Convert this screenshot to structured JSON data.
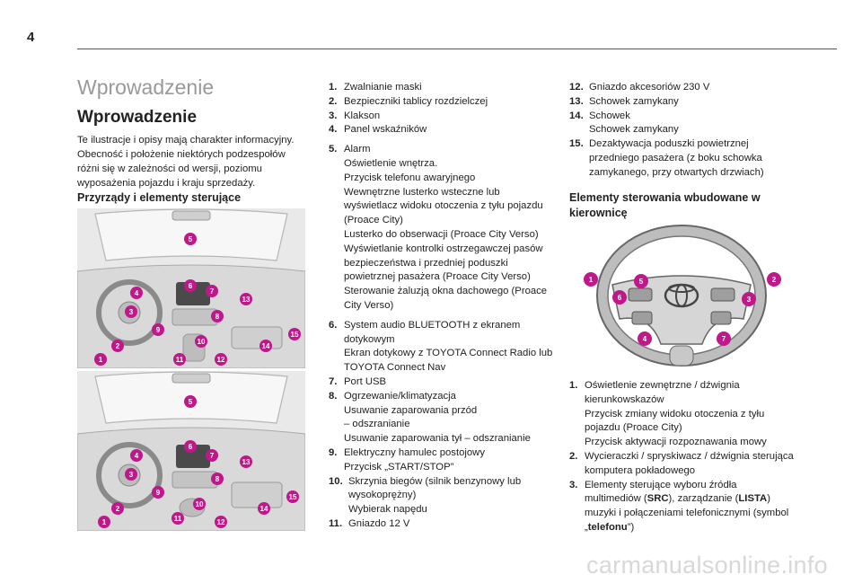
{
  "page_number": "4",
  "chapter_title": "Wprowadzenie",
  "section_title": "Wprowadzenie",
  "intro_text": "Te ilustracje i opisy mają charakter informacyjny. Obecność i położenie niektórych podzespołów różni się w zależności od wersji, poziomu wyposażenia pojazdu i kraju sprzedaży.",
  "dashboard_heading": "Przyrządy i elementy sterujące",
  "list_a": [
    {
      "num": "1.",
      "text": "Zwalnianie maski"
    },
    {
      "num": "2.",
      "text": "Bezpieczniki tablicy rozdzielczej"
    },
    {
      "num": "3.",
      "text": "Klakson"
    },
    {
      "num": "4.",
      "text": "Panel wskaźników"
    }
  ],
  "list_b": [
    {
      "num": "5.",
      "text": "Alarm\nOświetlenie wnętrza.\nPrzycisk telefonu awaryjnego\nWewnętrzne lusterko wsteczne lub wyświetlacz widoku otoczenia z tyłu pojazdu (Proace City)\nLusterko do obserwacji (Proace City Verso)\nWyświetlanie kontrolki ostrzegawczej pasów bezpieczeństwa i przedniej poduszki powietrznej pasażera (Proace City Verso)\nSterowanie żaluzją okna dachowego (Proace City Verso)"
    }
  ],
  "list_c": [
    {
      "num": "6.",
      "text": "System audio BLUETOOTH z ekranem dotykowym\nEkran dotykowy z TOYOTA Connect Radio lub TOYOTA Connect Nav"
    },
    {
      "num": "7.",
      "text": "Port USB"
    },
    {
      "num": "8.",
      "text": "Ogrzewanie/klimatyzacja\nUsuwanie zaparowania przód\n– odszranianie\nUsuwanie zaparowania tył – odszranianie"
    },
    {
      "num": "9.",
      "text": "Elektryczny hamulec postojowy\nPrzycisk „START/STOP”"
    },
    {
      "num": "10.",
      "text": "Skrzynia biegów (silnik benzynowy lub wysokoprężny)\nWybierak napędu"
    },
    {
      "num": "11.",
      "text": "Gniazdo 12 V"
    }
  ],
  "list_d": [
    {
      "num": "12.",
      "text": "Gniazdo akcesoriów 230 V"
    },
    {
      "num": "13.",
      "text": "Schowek zamykany"
    },
    {
      "num": "14.",
      "text": "Schowek\nSchowek zamykany"
    },
    {
      "num": "15.",
      "text": "Dezaktywacja poduszki powietrznej przedniego pasażera (z boku schowka zamykanego, przy otwartych drzwiach)"
    }
  ],
  "steering_heading": "Elementy sterowania wbudowane w kierownicę",
  "list_e": [
    {
      "num": "1.",
      "text": "Oświetlenie zewnętrzne / dźwignia kierunkowskazów\nPrzycisk zmiany widoku otoczenia z tyłu pojazdu (Proace City)\nPrzycisk aktywacji rozpoznawania mowy"
    },
    {
      "num": "2.",
      "text": "Wycieraczki / spryskiwacz / dźwignia sterująca komputera pokładowego"
    }
  ],
  "item_e3": {
    "num": "3.",
    "part1": "Elementy sterujące wyboru źródła multimediów (",
    "src": "SRC",
    "part2": "), zarządzanie (",
    "lista": "LISTA",
    "part3": ")\nmuzyki i połączeniami telefonicznymi (symbol „",
    "telefonu": "telefonu",
    "part4": "”)"
  },
  "figure_badges_1": [
    "1",
    "2",
    "3",
    "4",
    "5",
    "6",
    "7",
    "8",
    "9",
    "10",
    "11",
    "12",
    "13",
    "14",
    "15"
  ],
  "figure_badges_2": [
    "1",
    "2",
    "3",
    "4",
    "5",
    "6",
    "7",
    "8",
    "9",
    "10",
    "11",
    "12",
    "13",
    "14",
    "15"
  ],
  "steering_badges": [
    "1",
    "2",
    "3",
    "4",
    "5",
    "6",
    "7"
  ],
  "watermark": "carmanualsonline.info",
  "colors": {
    "badge": "#c0178a",
    "chapter_title": "#999999",
    "rule": "#555555"
  }
}
